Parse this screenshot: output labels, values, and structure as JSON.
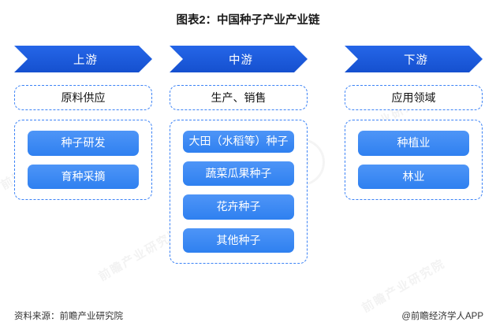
{
  "title": "图表2：中国种子产业产业链",
  "columns": [
    {
      "banner": "上游",
      "head": "原料供应",
      "items": [
        "种子研发",
        "育种采摘"
      ]
    },
    {
      "banner": "中游",
      "head": "生产、销售",
      "items": [
        "大田（水稻等）种子",
        "蔬菜瓜果种子",
        "花卉种子",
        "其他种子"
      ]
    },
    {
      "banner": "下游",
      "head": "应用领域",
      "items": [
        "种植业",
        "林业"
      ]
    }
  ],
  "footer": {
    "source": "资料来源：前瞻产业研究院",
    "brand": "@前瞻经济学人APP"
  },
  "watermarks": [
    "前瞻产业研究院",
    "前瞻产业研究院",
    "前瞻产业研究院",
    "前瞻产业研究院"
  ],
  "colors": {
    "banner": "#1f5fe0",
    "pill": "#3e8bf5",
    "dash": "#3b82f6"
  }
}
